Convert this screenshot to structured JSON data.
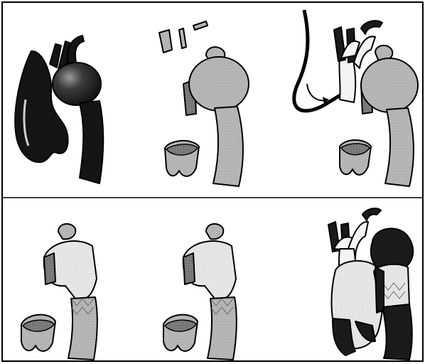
{
  "figure": {
    "description_visible_text": "",
    "colors": {
      "aorta_dark": "#1a1a1a",
      "aorta_gray": "#b8b8b8",
      "graft_white": "#f4f4f4",
      "border": "#000000",
      "background": "#ffffff"
    },
    "panels": [
      {
        "id": "p1",
        "state": "intact-dark"
      },
      {
        "id": "p2",
        "state": "resected-gray"
      },
      {
        "id": "p3",
        "state": "branch-graft-cannula"
      },
      {
        "id": "p4",
        "state": "stent-graft-gray"
      },
      {
        "id": "p5",
        "state": "stent-graft-gray"
      },
      {
        "id": "p6",
        "state": "completed-repair"
      }
    ]
  }
}
